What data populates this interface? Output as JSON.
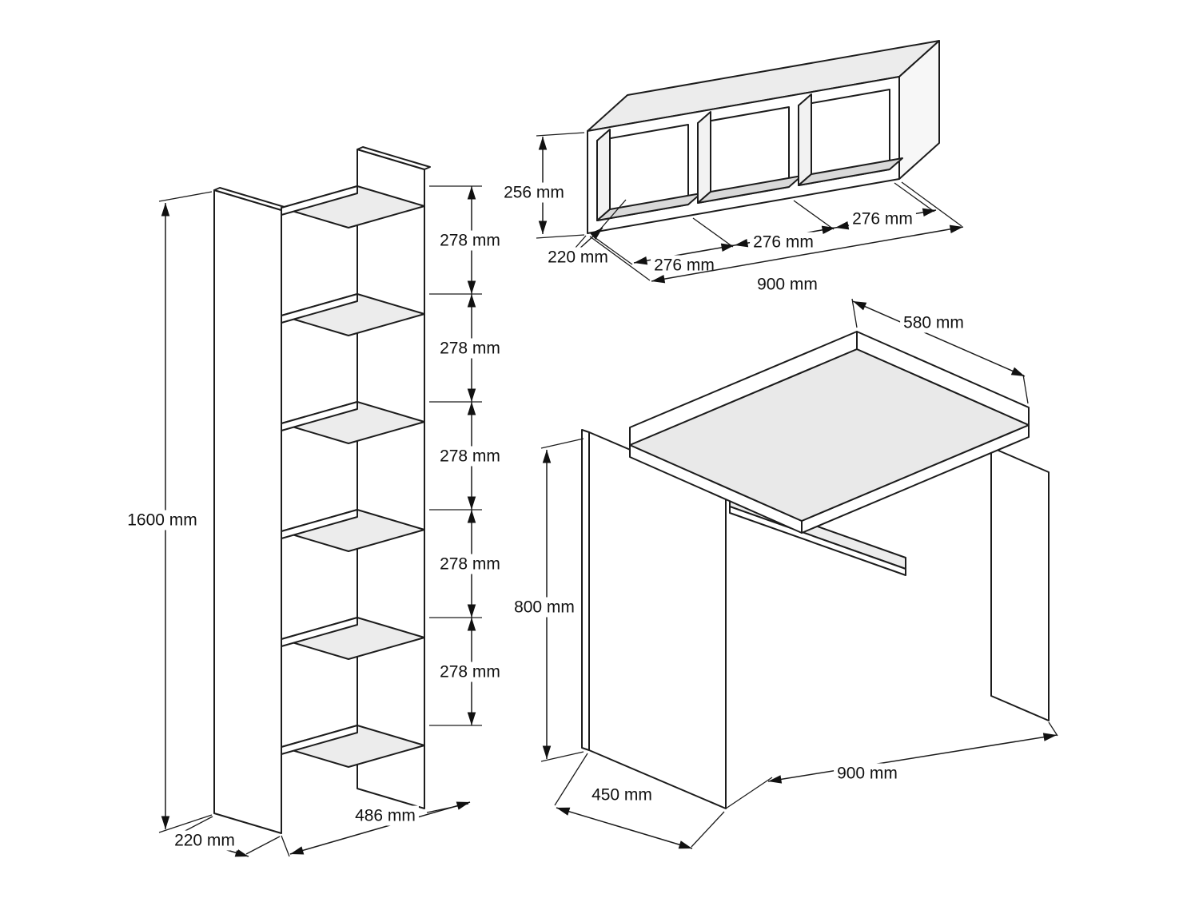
{
  "drawing": {
    "units": "mm",
    "bookcase": {
      "height": "1600 mm",
      "depth": "220 mm",
      "width": "486 mm",
      "shelf_spacings": [
        "278 mm",
        "278 mm",
        "278 mm",
        "278 mm",
        "278 mm"
      ]
    },
    "wall_shelf": {
      "height": "256 mm",
      "depth": "220 mm",
      "width": "900 mm",
      "compartment_widths": [
        "276 mm",
        "276 mm",
        "276 mm"
      ]
    },
    "desk": {
      "top_depth": "580 mm",
      "height": "800 mm",
      "side_depth": "450 mm",
      "width": "900 mm"
    },
    "colors": {
      "line": "#1c1c1c",
      "surface": "#e9e9e9",
      "background": "#ffffff"
    }
  }
}
